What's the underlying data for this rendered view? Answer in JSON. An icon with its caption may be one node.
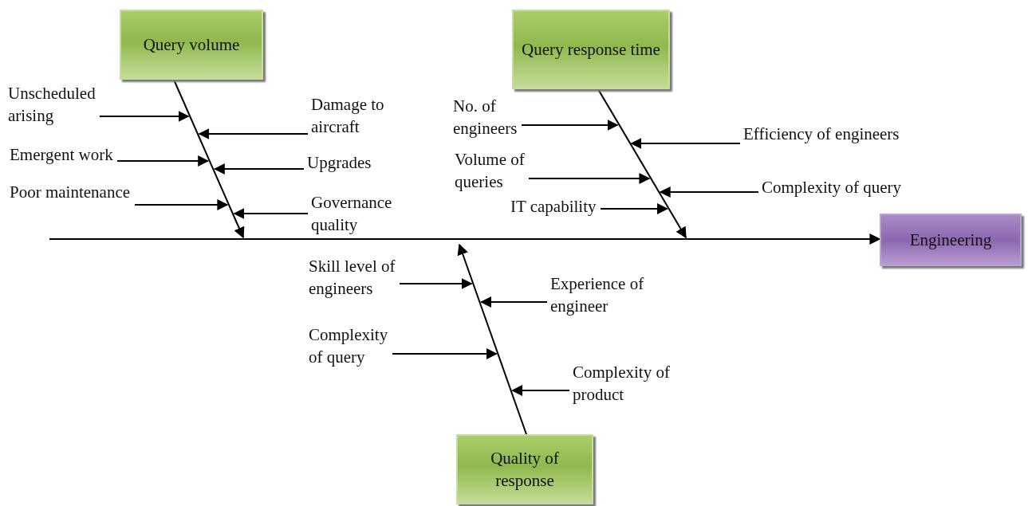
{
  "diagram": {
    "nodes": [
      {
        "text": [
          "Query volume"
        ]
      },
      {
        "text": [
          "Query response time"
        ]
      },
      {
        "text": [
          "Engineering"
        ]
      },
      {
        "text": [
          "Quality of response"
        ]
      },
      {
        "text": [
          "Unscheduled arising"
        ]
      },
      {
        "text": [
          "Damage to aircraft"
        ]
      },
      {
        "text": [
          "Emergent work"
        ]
      },
      {
        "text": [
          "Upgrades"
        ]
      },
      {
        "text": [
          "Poor maintenance"
        ]
      },
      {
        "text": [
          "Governance quality"
        ]
      },
      {
        "text": [
          "No. of engineers"
        ]
      },
      {
        "text": [
          "Efficiency of engineers"
        ]
      },
      {
        "text": [
          "Volume of queries"
        ]
      },
      {
        "text": [
          "Complexity of query"
        ]
      },
      {
        "text": [
          "IT capability"
        ]
      },
      {
        "text": [
          "Skill level of engineers"
        ]
      },
      {
        "text": [
          "Experience of engineer"
        ]
      },
      {
        "text": [
          "Complexity of query"
        ]
      },
      {
        "text": [
          "Complexity of product"
        ]
      }
    ],
    "edges": [
      {
        "from": null,
        "to": 2,
        "arrow": "to"
      },
      {
        "from": 0,
        "to": null,
        "arrow": "to"
      },
      {
        "from": 1,
        "to": null,
        "arrow": "to"
      },
      {
        "from": 3,
        "to": null,
        "arrow": "to"
      },
      {
        "from": 4,
        "to": null,
        "arrow": "to"
      },
      {
        "from": 5,
        "to": null,
        "arrow": "to"
      },
      {
        "from": 6,
        "to": null,
        "arrow": "to"
      },
      {
        "from": 7,
        "to": null,
        "arrow": "to"
      },
      {
        "from": 8,
        "to": null,
        "arrow": "to"
      },
      {
        "from": 9,
        "to": null,
        "arrow": "to"
      },
      {
        "from": 10,
        "to": null,
        "arrow": "to"
      },
      {
        "from": 11,
        "to": null,
        "arrow": "to"
      },
      {
        "from": 12,
        "to": null,
        "arrow": "to"
      },
      {
        "from": 13,
        "to": null,
        "arrow": "to"
      },
      {
        "from": 14,
        "to": null,
        "arrow": "to"
      },
      {
        "from": 15,
        "to": null,
        "arrow": "to"
      },
      {
        "from": 16,
        "to": null,
        "arrow": "to"
      },
      {
        "from": 17,
        "to": null,
        "arrow": "to"
      },
      {
        "from": 18,
        "to": null,
        "arrow": "to"
      }
    ]
  }
}
